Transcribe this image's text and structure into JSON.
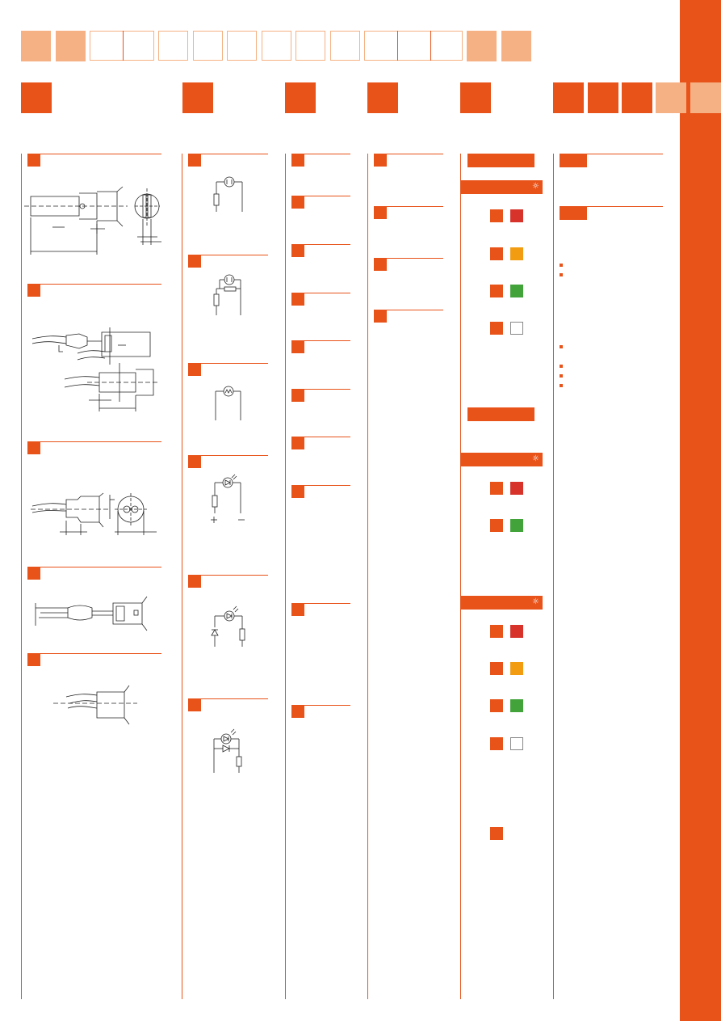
{
  "page": {
    "side_tab_color": "#e8531a"
  },
  "colors": {
    "orange": "#e8531a",
    "light_orange": "#f5b183",
    "red": "#d7332b",
    "amber": "#f29c11",
    "green": "#43a33b",
    "white": "#ffffff"
  },
  "tab_strip": {
    "cells": [
      "light",
      "light",
      "empty",
      "empty",
      "empty",
      "empty",
      "empty",
      "empty",
      "empty",
      "empty",
      "empty",
      "empty",
      "empty",
      "light",
      "light"
    ]
  },
  "header_blocks": {
    "cells": [
      "orange",
      "orange",
      "orange",
      "orange",
      "orange",
      "orange",
      "orange",
      "orange",
      "light",
      "light"
    ]
  },
  "column_6": {
    "color_chip_groups": [
      {
        "chips": [
          "red",
          "amber",
          "green",
          "white"
        ]
      },
      {
        "chips": [
          "red",
          "green"
        ]
      },
      {
        "chips": [
          "red",
          "amber",
          "green",
          "white"
        ]
      }
    ],
    "icon": "light-symbol-icon",
    "icon_glyph": "☼"
  }
}
